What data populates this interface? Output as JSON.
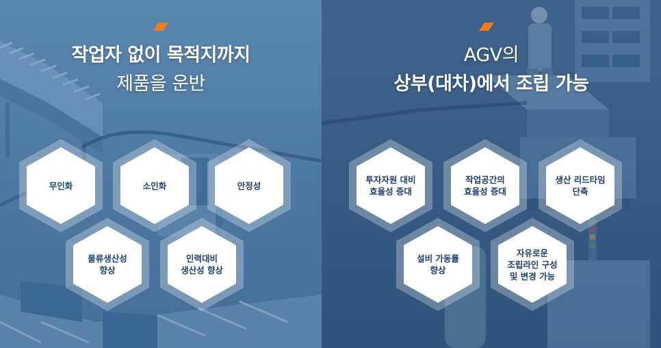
{
  "colors": {
    "accent": "#f07c1e",
    "left_panel": "#5b87b0",
    "right_panel": "#3a5e86",
    "hex_text": "#1d3f6b"
  },
  "left": {
    "title_line1": "작업자 없이 목적지까지",
    "title_line2": "제품을 운반",
    "items": [
      {
        "label": "무인화"
      },
      {
        "label": "소인화"
      },
      {
        "label": "안정성"
      },
      {
        "label": "물류생산성\n향상"
      },
      {
        "label": "인력대비\n생산성 향상"
      }
    ]
  },
  "right": {
    "title_line1": "AGV의",
    "title_line2": "상부(대차)에서 조립 가능",
    "items": [
      {
        "label": "투자자원 대비\n효율성 증대"
      },
      {
        "label": "작업공간의\n효율성 증대"
      },
      {
        "label": "생산 리드타임\n단축"
      },
      {
        "label": "설비 가동률\n향상"
      },
      {
        "label": "자유로운\n조립라인 구성\n및 변경 가능"
      }
    ]
  }
}
